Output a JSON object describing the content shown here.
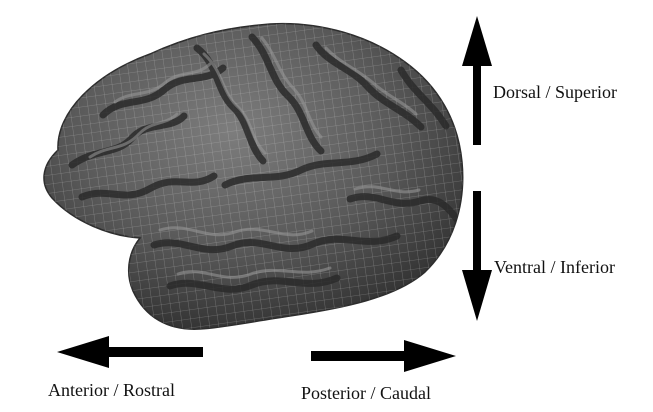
{
  "figure": {
    "labels": {
      "dorsal": "Dorsal / Superior",
      "ventral": "Ventral / Inferior",
      "anterior": "Anterior / Rostral",
      "posterior": "Posterior / Caudal"
    },
    "colors": {
      "arrow": "#000000",
      "brain_fill": "#5a5a5a",
      "brain_shadow": "#2f2f2f",
      "mesh": "#cfcfcf",
      "text": "#111111"
    }
  }
}
